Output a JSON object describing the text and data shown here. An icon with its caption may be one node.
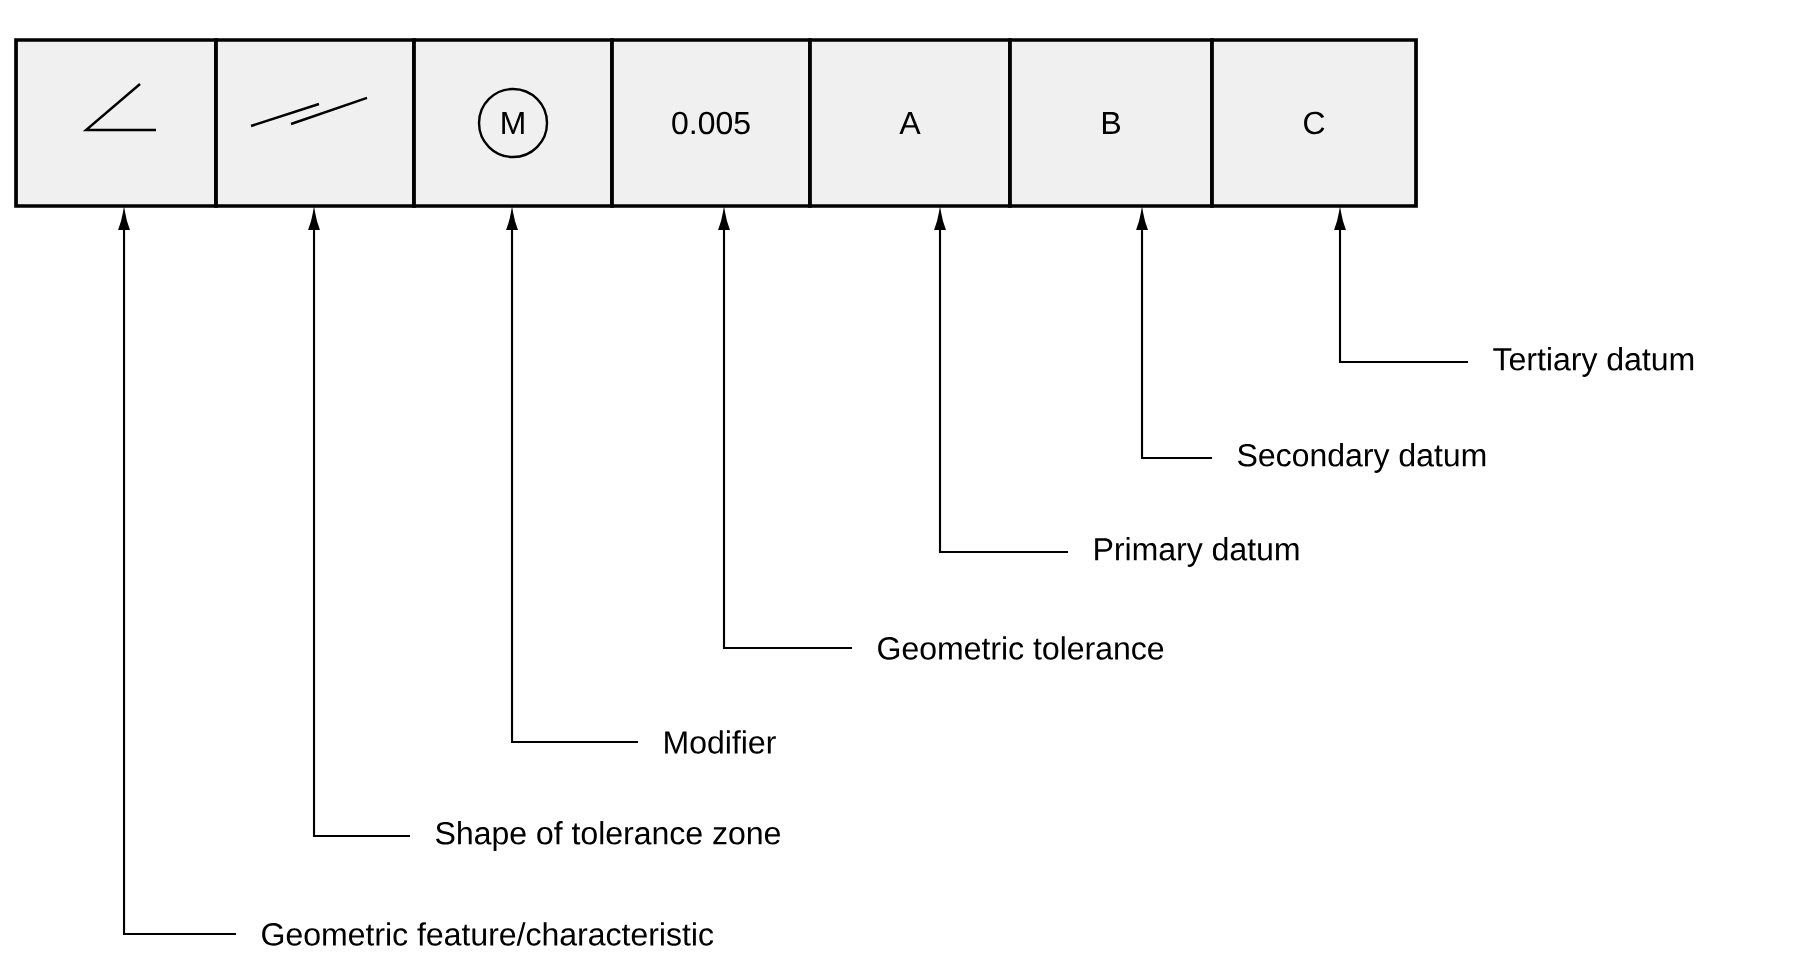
{
  "diagram": {
    "nodes": [
      {
        "text": [],
        "shape": "box"
      },
      {
        "text": [],
        "shape": "box"
      },
      {
        "text": [
          "M"
        ]
      },
      {
        "text": [
          "0.005"
        ]
      },
      {
        "text": [
          "A"
        ]
      },
      {
        "text": [
          "B"
        ]
      },
      {
        "text": [
          "C"
        ]
      },
      {
        "text": [
          "Geometric feature/characteristic"
        ]
      },
      {
        "text": [
          "Shape of tolerance zone"
        ]
      },
      {
        "text": [
          "Modifier"
        ]
      },
      {
        "text": [
          "Geometric tolerance"
        ]
      },
      {
        "text": [
          "Primary datum"
        ]
      },
      {
        "text": [
          "Secondary datum"
        ]
      },
      {
        "text": [
          "Tertiary datum"
        ]
      }
    ],
    "edges": [
      {
        "from": 7,
        "to": 0,
        "arrow": "to"
      },
      {
        "from": 8,
        "to": 1,
        "arrow": "to"
      },
      {
        "from": 9,
        "to": 2,
        "arrow": "to"
      },
      {
        "from": 10,
        "to": 3,
        "arrow": "to"
      },
      {
        "from": 11,
        "to": 4,
        "arrow": "to"
      },
      {
        "from": 12,
        "to": 5,
        "arrow": "to"
      },
      {
        "from": 13,
        "to": 6,
        "arrow": "to"
      }
    ]
  }
}
